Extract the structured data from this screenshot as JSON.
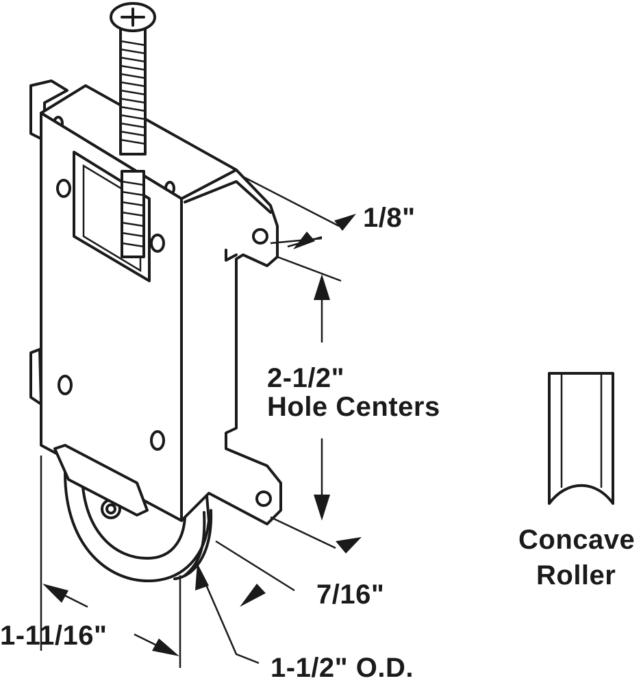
{
  "diagram": {
    "labels": {
      "gap_thickness": "1/8\"",
      "hole_spacing": "2-1/2\"",
      "hole_spacing_caption": "Hole Centers",
      "wheel_width": "7/16\"",
      "overall_depth": "1-11/16\"",
      "wheel_diameter": "1-1/2\" O.D.",
      "roller_type_line1": "Concave",
      "roller_type_line2": "Roller"
    },
    "colors": {
      "ink": "#1a1a1a",
      "background": "#ffffff"
    }
  }
}
